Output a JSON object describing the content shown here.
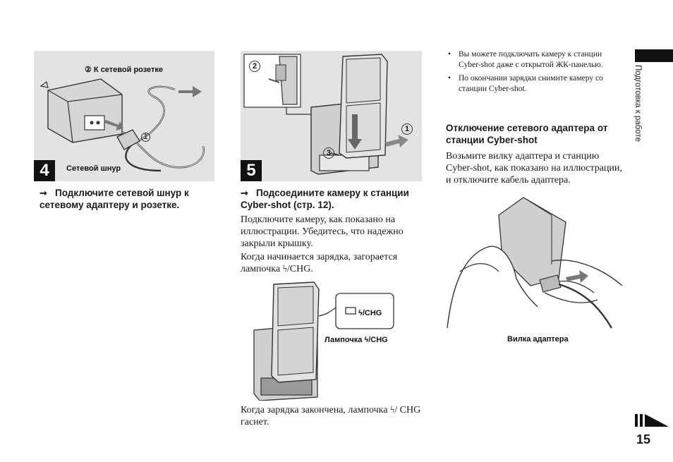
{
  "step4": {
    "number": "4",
    "label_outlet": "② К сетевой розетке",
    "label_cord": "Сетевой шнур",
    "callout_1": "1",
    "arrow": "➞",
    "heading": "Подключите сетевой шнур к сетевому адаптеру и розетке."
  },
  "step5": {
    "number": "5",
    "callout_1": "1",
    "callout_2": "2",
    "callout_3": "3",
    "arrow": "➞",
    "heading": "Подсоедините камеру к станции Cyber-shot (стр. 12).",
    "para1": "Подключите камеру, как показано на иллюстрации. Убедитесь, что надежно закрыли крышку.",
    "para2": "Когда начинается зарядка, загорается лампочка ϟ/CHG.",
    "chg_indicator": "ϟ/CHG",
    "chg_label": "Лампочка ϟ/CHG",
    "para3": "Когда зарядка закончена, лампочка ϟ/ CHG гаснет."
  },
  "notes": [
    "Вы можете подключать камеру к станции Cyber-shot даже с открытой ЖК-панелью.",
    "По окончании зарядки снимите камеру со станции Cyber-shot."
  ],
  "disconnect": {
    "heading": "Отключение сетевого адаптера от станции Cyber-shot",
    "text": "Возьмите вилку адаптера и станцию Cyber-shot, как показано на иллюстрации, и отключите кабель адаптера.",
    "plug_label": "Вилка адаптера"
  },
  "section_tab": "Подготовка к работе",
  "page_number": "15"
}
